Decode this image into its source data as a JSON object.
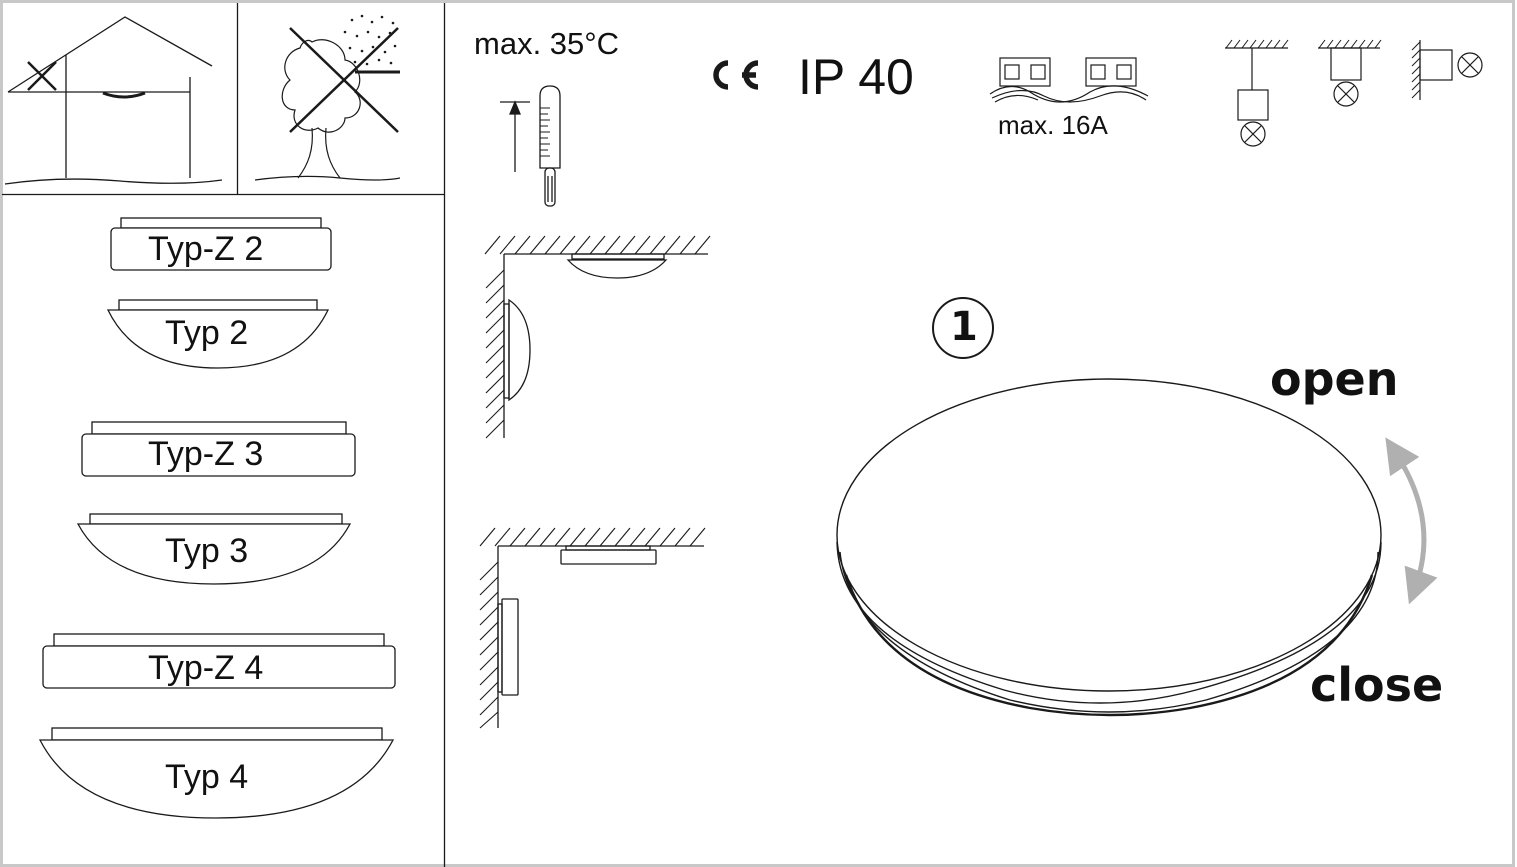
{
  "environment": {
    "max_temperature": "max. 35°C",
    "ce_mark": "CE",
    "protection_class": "IP 40",
    "max_current": "max. 16A"
  },
  "models": [
    {
      "label": "Typ-Z 2",
      "kind": "flat"
    },
    {
      "label": "Typ 2",
      "kind": "dome"
    },
    {
      "label": "Typ-Z 3",
      "kind": "flat"
    },
    {
      "label": "Typ 3",
      "kind": "dome"
    },
    {
      "label": "Typ-Z 4",
      "kind": "flat"
    },
    {
      "label": "Typ 4",
      "kind": "dome"
    }
  ],
  "step": {
    "number": "1",
    "open_label": "open",
    "close_label": "close"
  },
  "colors": {
    "line": "#1a1a1a",
    "frame_border": "#c8c8c8",
    "arrow": "#b0b0b0"
  },
  "icons": [
    "indoor-house-icon",
    "no-outdoor-rain-icon",
    "thermometer-icon",
    "ce-mark-icon",
    "terminal-block-icon",
    "pendant-mount-icon",
    "ceiling-mount-icon",
    "wall-mount-icon",
    "ceiling-wall-dome-mount-icon",
    "ceiling-wall-flat-mount-icon",
    "rotate-arrow-icon"
  ]
}
